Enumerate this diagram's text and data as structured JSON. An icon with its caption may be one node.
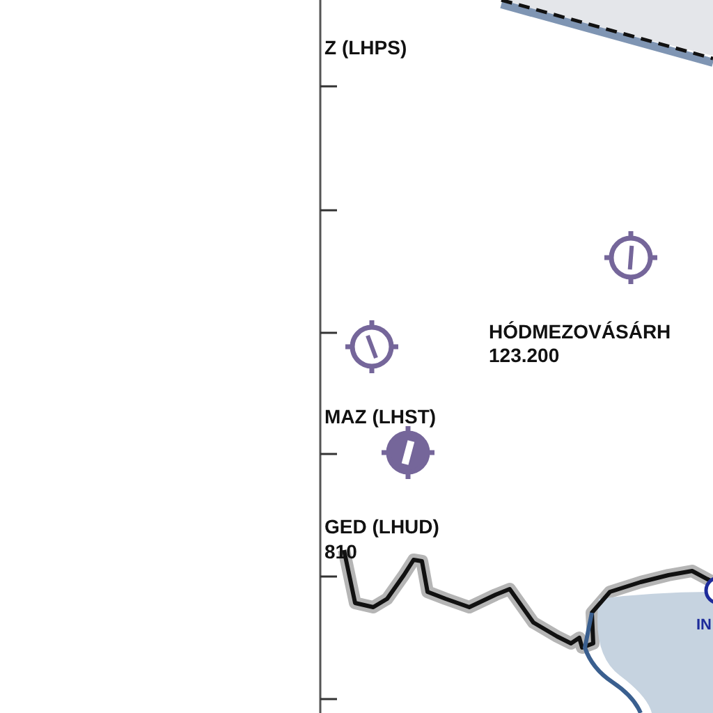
{
  "diagram": {
    "labels": [
      "Z (LHPS)",
      "HÓDMEZOVÁSÁRH",
      "123.200",
      "MAZ (LHST)",
      "GED (LHUD)",
      "810",
      "IN"
    ]
  }
}
